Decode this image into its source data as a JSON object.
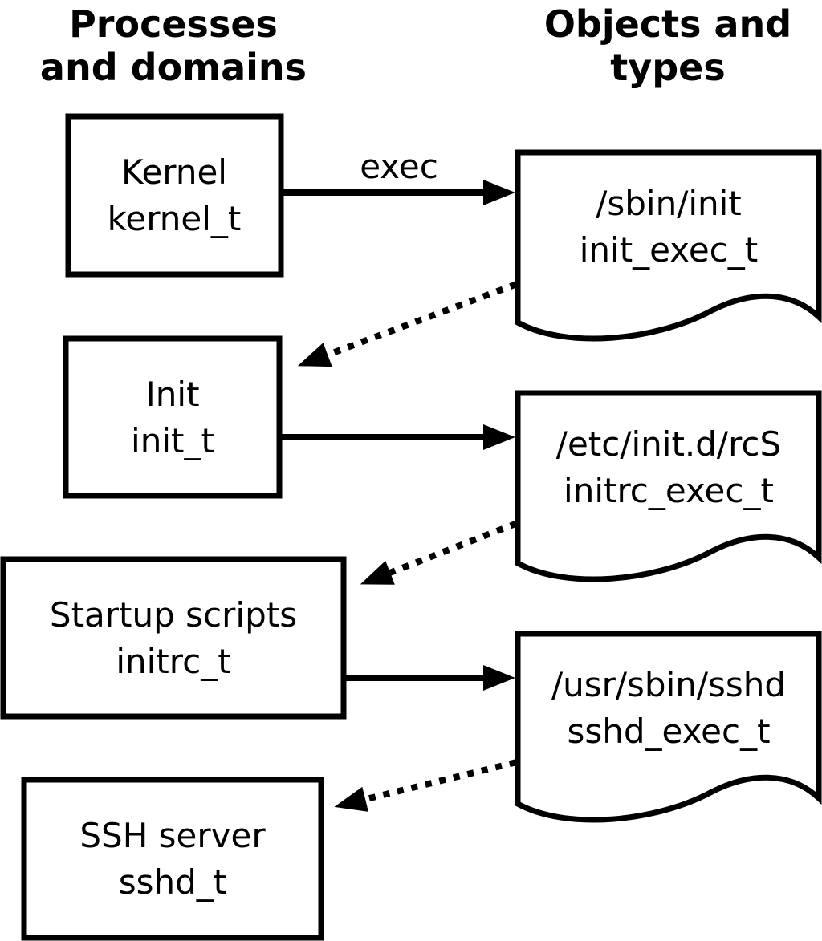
{
  "titles": {
    "left_line1": "Processes",
    "left_line2": "and domains",
    "right_line1": "Objects and",
    "right_line2": "types"
  },
  "processes": [
    {
      "line1": "Kernel",
      "line2": "kernel_t"
    },
    {
      "line1": "Init",
      "line2": "init_t"
    },
    {
      "line1": "Startup scripts",
      "line2": "initrc_t"
    },
    {
      "line1": "SSH server",
      "line2": "sshd_t"
    }
  ],
  "objects": [
    {
      "line1": "/sbin/init",
      "line2": "init_exec_t"
    },
    {
      "line1": "/etc/init.d/rcS",
      "line2": "initrc_exec_t"
    },
    {
      "line1": "/usr/sbin/sshd",
      "line2": "sshd_exec_t"
    }
  ],
  "arrows": {
    "exec_label": "exec",
    "edges": [
      {
        "from": "Kernel kernel_t",
        "to": "/sbin/init init_exec_t",
        "style": "solid",
        "label": "exec"
      },
      {
        "from": "/sbin/init init_exec_t",
        "to": "Init init_t",
        "style": "dotted",
        "label": ""
      },
      {
        "from": "Init init_t",
        "to": "/etc/init.d/rcS initrc_exec_t",
        "style": "solid",
        "label": ""
      },
      {
        "from": "/etc/init.d/rcS initrc_exec_t",
        "to": "Startup scripts initrc_t",
        "style": "dotted",
        "label": ""
      },
      {
        "from": "Startup scripts initrc_t",
        "to": "/usr/sbin/sshd sshd_exec_t",
        "style": "solid",
        "label": ""
      },
      {
        "from": "/usr/sbin/sshd sshd_exec_t",
        "to": "SSH server sshd_t",
        "style": "dotted",
        "label": ""
      }
    ]
  },
  "colors": {
    "stroke": "#000000",
    "fill": "#ffffff",
    "background": "#ffffff"
  }
}
